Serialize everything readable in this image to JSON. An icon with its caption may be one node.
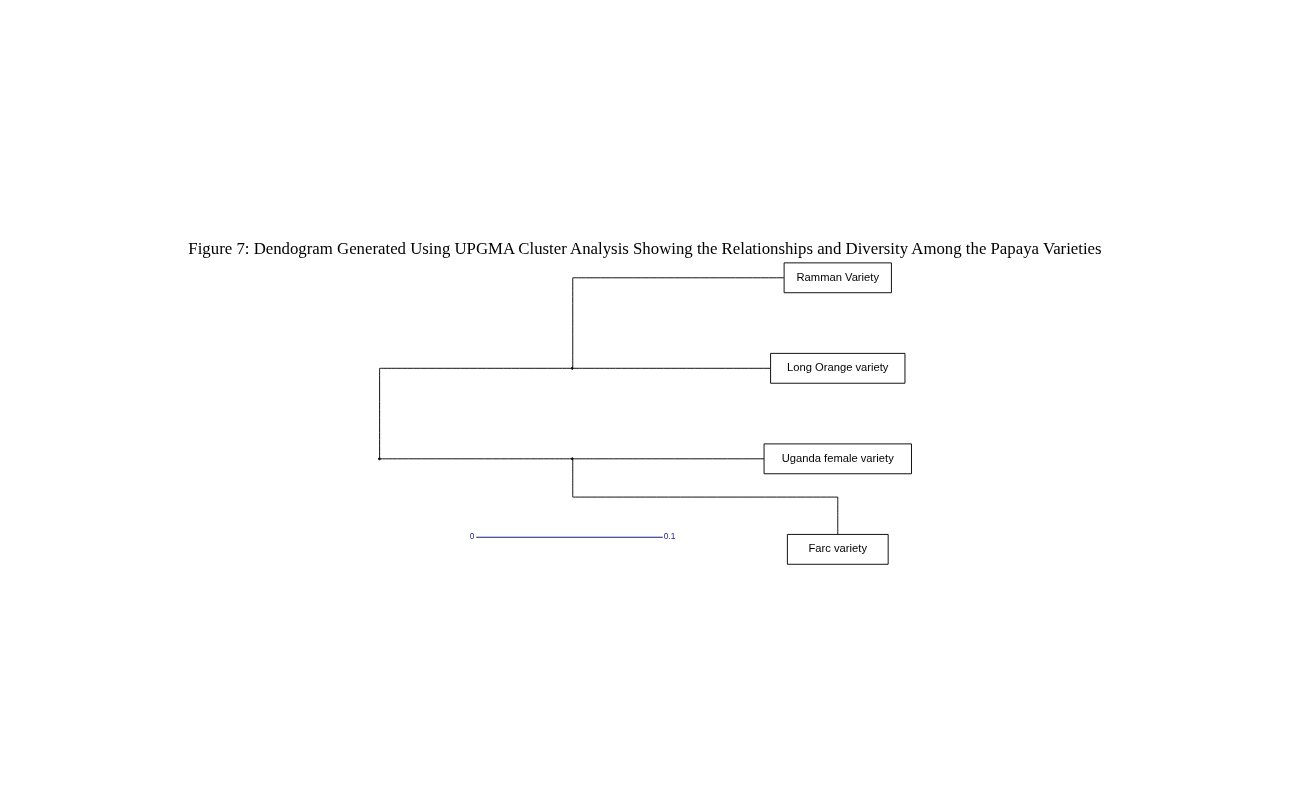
{
  "diagram": {
    "title": "Figure 7: Dendogram Generated Using UPGMA Cluster Analysis Showing the Relationships and Diversity Among the Papaya Varieties",
    "nodes": [
      {
        "text": [],
        "shape": "point"
      },
      {
        "text": [],
        "shape": "point"
      },
      {
        "text": [
          "Ramman Variety"
        ]
      },
      {
        "text": [
          "Long Orange variety"
        ]
      },
      {
        "text": [],
        "shape": "point"
      },
      {
        "text": [
          "Uganda female variety"
        ]
      },
      {
        "text": [
          "Farc variety"
        ]
      }
    ],
    "edges": [
      {
        "from": 0,
        "to": 1,
        "arrow": "none"
      },
      {
        "from": 1,
        "to": 2,
        "arrow": "none"
      },
      {
        "from": 1,
        "to": 3,
        "arrow": "none"
      },
      {
        "from": 0,
        "to": 4,
        "arrow": "none"
      },
      {
        "from": 4,
        "to": 5,
        "arrow": "none"
      },
      {
        "from": 4,
        "to": 6,
        "arrow": "none"
      }
    ],
    "labels": [
      "0",
      "0.1"
    ]
  }
}
